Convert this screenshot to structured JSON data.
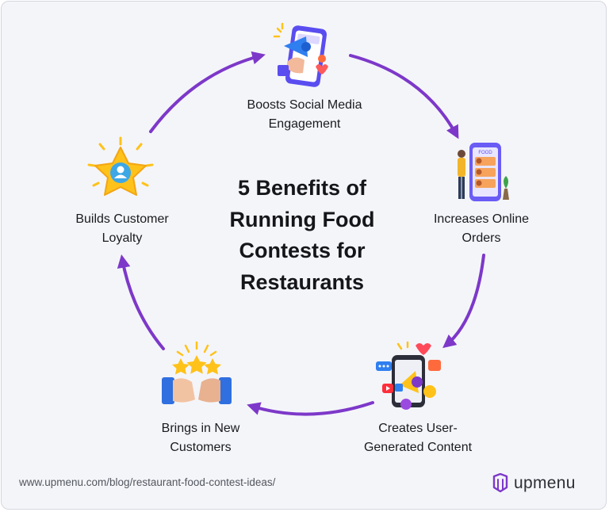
{
  "title": {
    "lines": [
      "5 Benefits of",
      "Running Food",
      "Contests for",
      "Restaurants"
    ]
  },
  "benefits": [
    {
      "lines": [
        "Boosts Social Media",
        "Engagement"
      ],
      "icon": "social-media-phone-icon"
    },
    {
      "lines": [
        "Increases Online",
        "Orders"
      ],
      "icon": "online-food-order-icon"
    },
    {
      "lines": [
        "Creates User-",
        "Generated Content"
      ],
      "icon": "megaphone-content-icon"
    },
    {
      "lines": [
        "Brings in New",
        "Customers"
      ],
      "icon": "star-rating-hands-icon"
    },
    {
      "lines": [
        "Builds Customer",
        "Loyalty"
      ],
      "icon": "star-badge-user-icon"
    }
  ],
  "footer": {
    "url": "www.upmenu.com/blog/restaurant-food-contest-ideas/",
    "brand": "upmenu"
  },
  "colors": {
    "arrow": "#7d38c9",
    "background": "#f4f5f9",
    "star": "#ffc21a",
    "phone": "#5a4df0"
  }
}
